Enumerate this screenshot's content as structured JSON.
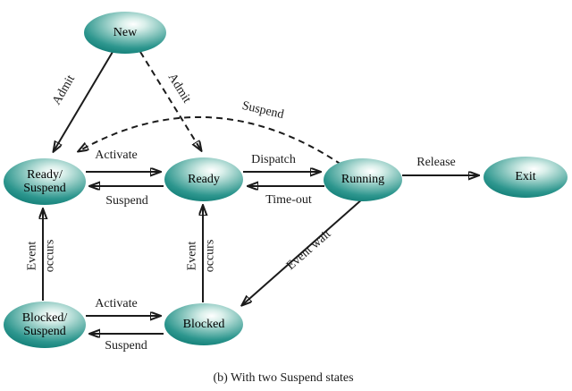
{
  "diagram": {
    "caption": "(b) With two Suspend states"
  },
  "colors": {
    "node_fill_edge": "#117d76",
    "node_fill_mid": "#2d968e",
    "node_fill_highlight": "#ffffff",
    "line": "#1b1b1b",
    "background": "#ffffff"
  },
  "nodes": {
    "new": {
      "label": "New"
    },
    "ready_suspend": {
      "line1": "Ready/",
      "line2": "Suspend"
    },
    "ready": {
      "label": "Ready"
    },
    "running": {
      "label": "Running"
    },
    "exit": {
      "label": "Exit"
    },
    "blocked_suspend": {
      "line1": "Blocked/",
      "line2": "Suspend"
    },
    "blocked": {
      "label": "Blocked"
    }
  },
  "edges": {
    "admit_solid": "Admit",
    "admit_dashed": "Admit",
    "suspend_arc": "Suspend",
    "activate_top": "Activate",
    "suspend_top": "Suspend",
    "dispatch": "Dispatch",
    "timeout": "Time-out",
    "release": "Release",
    "event_occurs_left": {
      "line1": "Event",
      "line2": "occurs"
    },
    "event_occurs_mid": {
      "line1": "Event",
      "line2": "occurs"
    },
    "event_wait": "Event wait",
    "activate_bottom": "Activate",
    "suspend_bottom": "Suspend"
  }
}
